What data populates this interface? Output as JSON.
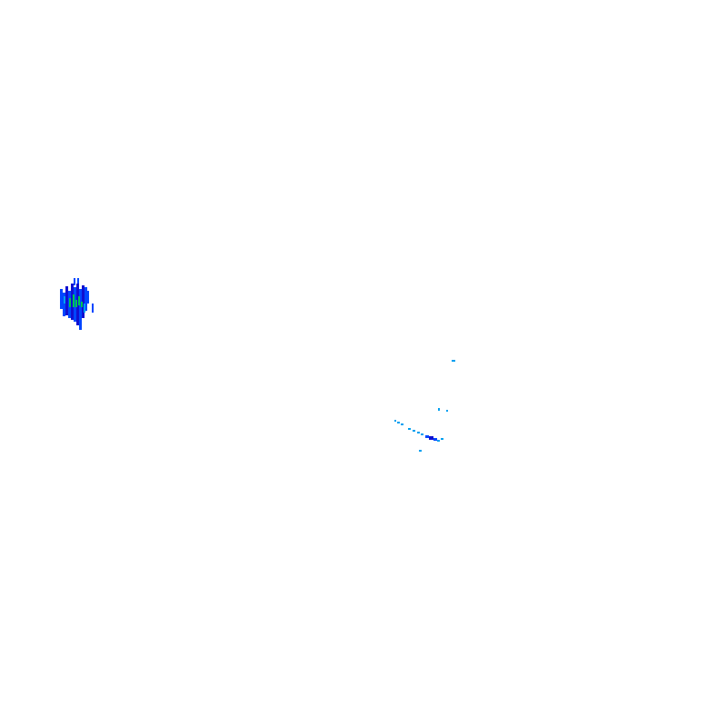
{
  "map": {
    "type": "radar-reflectivity-overlay",
    "background_color": "#ffffff",
    "palette": {
      "light": "#00a0f0",
      "medium": "#0046ff",
      "strong": "#1010d0",
      "core": "#00c850"
    },
    "echo_groups": [
      {
        "name": "western-storm-cell",
        "intensity": "strong"
      },
      {
        "name": "eastern-scattered-echoes",
        "intensity": "light"
      }
    ]
  }
}
